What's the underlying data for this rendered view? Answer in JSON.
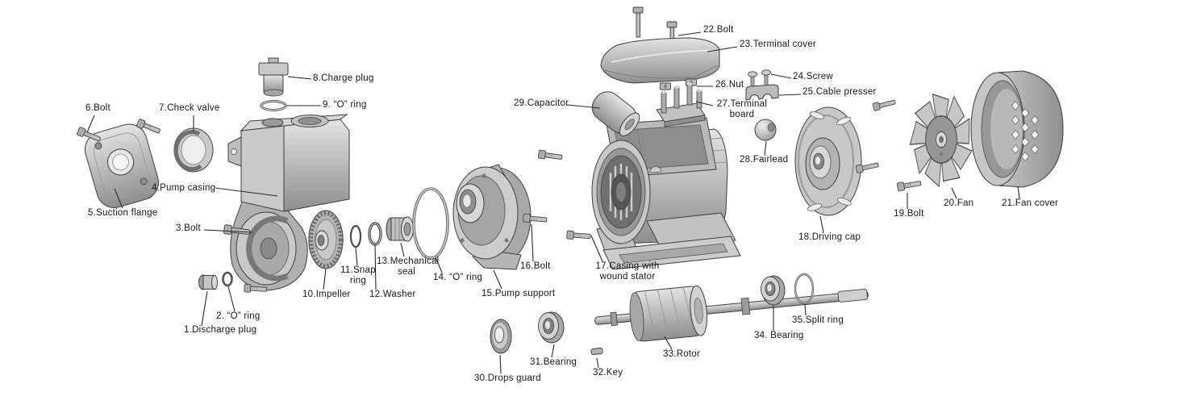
{
  "diagram": {
    "kind": "exploded-parts-diagram"
  },
  "parts": [
    {
      "num": "1",
      "name": "Discharge plug",
      "label": "1.Discharge plug"
    },
    {
      "num": "2",
      "name": "“O” ring",
      "label": "2. “O” ring"
    },
    {
      "num": "3",
      "name": "Bolt",
      "label": "3.Bolt"
    },
    {
      "num": "4",
      "name": "Pump casing",
      "label": "4.Pump casing"
    },
    {
      "num": "5",
      "name": "Suction flange",
      "label": "5.Suction flange"
    },
    {
      "num": "6",
      "name": "Bolt",
      "label": "6.Bolt"
    },
    {
      "num": "7",
      "name": "Check valve",
      "label": "7.Check valve"
    },
    {
      "num": "8",
      "name": "Charge plug",
      "label": "8.Charge plug"
    },
    {
      "num": "9",
      "name": "“O” ring",
      "label": "9. “O” ring"
    },
    {
      "num": "10",
      "name": "Impeller",
      "label": "10.Impeller"
    },
    {
      "num": "11",
      "name": "Snap ring",
      "label": "11.Snap\nring"
    },
    {
      "num": "12",
      "name": "Washer",
      "label": "12.Washer"
    },
    {
      "num": "13",
      "name": "Mechanical seal",
      "label": "13.Mechanical\nseal"
    },
    {
      "num": "14",
      "name": "“O” ring",
      "label": "14. “O” ring"
    },
    {
      "num": "15",
      "name": "Pump support",
      "label": "15.Pump support"
    },
    {
      "num": "16",
      "name": "Bolt",
      "label": "16.Bolt"
    },
    {
      "num": "17",
      "name": "Casing with wound stator",
      "label": "17.Casing with\nwound stator"
    },
    {
      "num": "18",
      "name": "Driving cap",
      "label": "18.Driving cap"
    },
    {
      "num": "19",
      "name": "Bolt",
      "label": "19.Bolt"
    },
    {
      "num": "20",
      "name": "Fan",
      "label": "20.Fan"
    },
    {
      "num": "21",
      "name": "Fan cover",
      "label": "21.Fan cover"
    },
    {
      "num": "22",
      "name": "Bolt",
      "label": "22.Bolt"
    },
    {
      "num": "23",
      "name": "Terminal cover",
      "label": "23.Terminal cover"
    },
    {
      "num": "24",
      "name": "Screw",
      "label": "24.Screw"
    },
    {
      "num": "25",
      "name": "Cable presser",
      "label": "25.Cable presser"
    },
    {
      "num": "26",
      "name": "Nut",
      "label": "26.Nut"
    },
    {
      "num": "27",
      "name": "Terminal board",
      "label": "27.Terminal\nboard"
    },
    {
      "num": "28",
      "name": "Fairlead",
      "label": "28.Fairlead"
    },
    {
      "num": "29",
      "name": "Capacitor",
      "label": "29.Capacitor"
    },
    {
      "num": "30",
      "name": "Drops guard",
      "label": "30.Drops guard"
    },
    {
      "num": "31",
      "name": "Bearing",
      "label": "31.Bearing"
    },
    {
      "num": "32",
      "name": "Key",
      "label": "32.Key"
    },
    {
      "num": "33",
      "name": "Rotor",
      "label": "33.Rotor"
    },
    {
      "num": "34",
      "name": "Bearing",
      "label": "34. Bearing"
    },
    {
      "num": "35",
      "name": "Split ring",
      "label": "35.Split ring"
    }
  ],
  "colors": {
    "background": "#ffffff",
    "line_art": "#3f3f3f",
    "label_text": "#161616"
  }
}
